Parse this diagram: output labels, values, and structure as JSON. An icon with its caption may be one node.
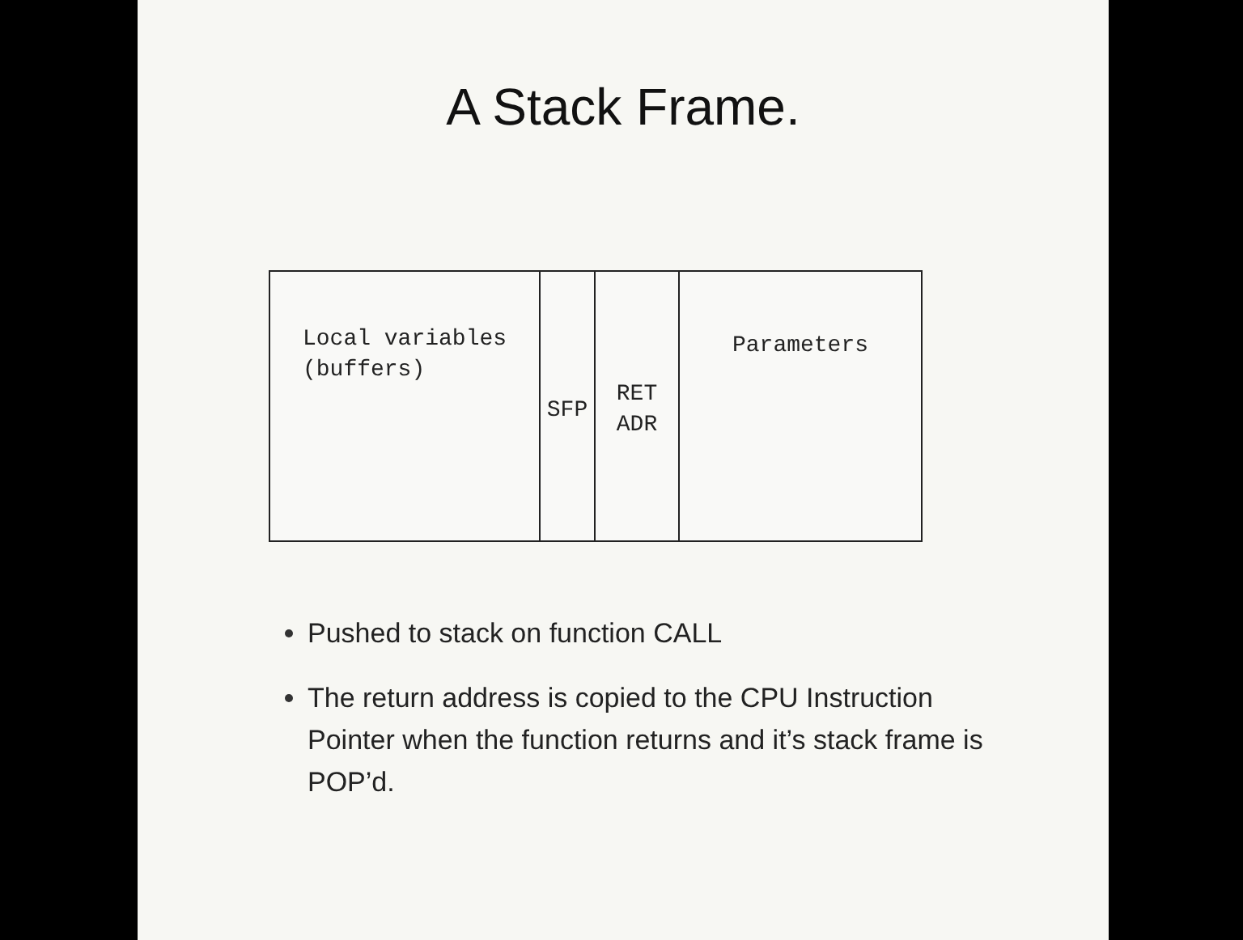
{
  "diagram": {
    "title": "A Stack Frame.",
    "nodes": [
      {
        "text": [
          "Local variables (buffers)"
        ]
      },
      {
        "text": [
          "SFP"
        ]
      },
      {
        "text": [
          "RET ADR"
        ]
      },
      {
        "text": [
          "Parameters"
        ]
      }
    ],
    "edges": [],
    "labels": [
      "Pushed to stack on function CALL",
      "The return address is copied to the CPU Instruction Pointer when the function returns and it’s stack frame is POP’d."
    ]
  }
}
